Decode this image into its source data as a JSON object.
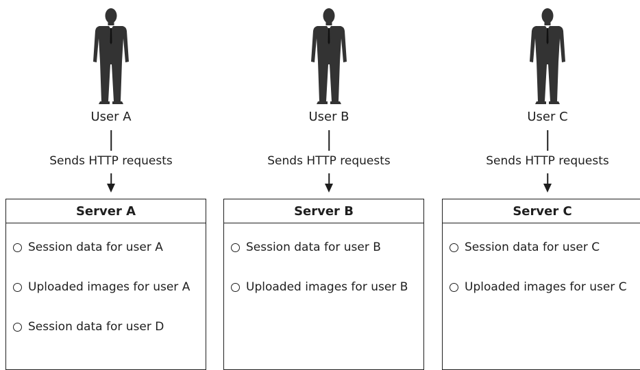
{
  "columns": [
    {
      "user_label": "User A",
      "request_label": "Sends HTTP requests",
      "server": {
        "title": "Server A",
        "items": [
          "Session data for user A",
          "Uploaded images for user A",
          "Session data for user D"
        ]
      }
    },
    {
      "user_label": "User B",
      "request_label": "Sends HTTP requests",
      "server": {
        "title": "Server B",
        "items": [
          "Session data for user B",
          "Uploaded images for user B"
        ]
      }
    },
    {
      "user_label": "User C",
      "request_label": "Sends HTTP requests",
      "server": {
        "title": "Server C",
        "items": [
          "Session data for user C",
          "Uploaded images for user C"
        ]
      }
    }
  ],
  "icons": {
    "user": "person-icon",
    "bullet": "circle-bullet-icon"
  },
  "colors": {
    "ink": "#1e1e1e",
    "person": "#333333",
    "background": "#ffffff"
  }
}
